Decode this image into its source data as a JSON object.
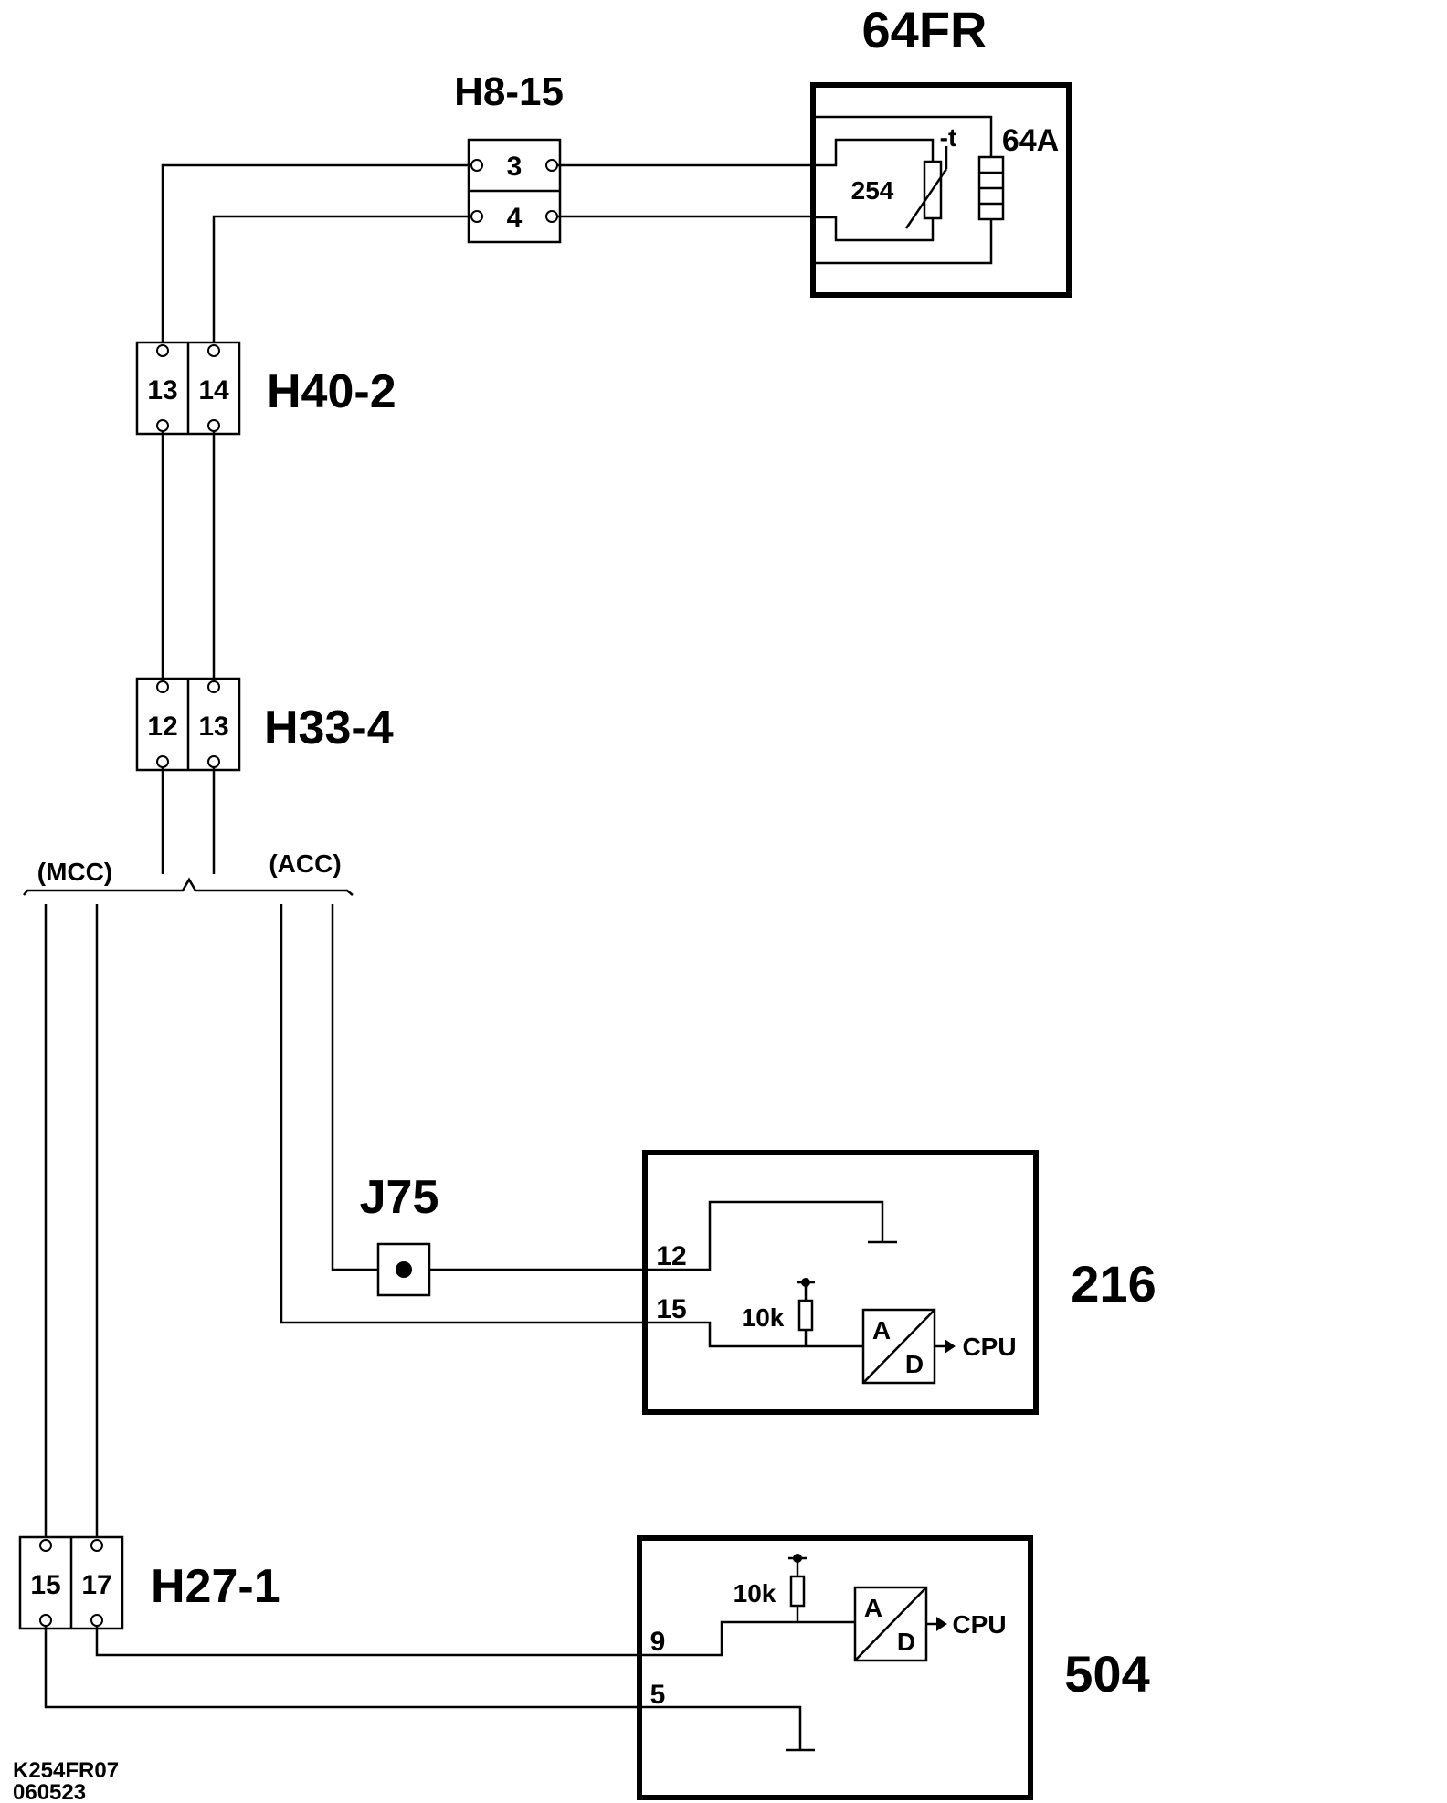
{
  "sensor": {
    "title": "64FR",
    "thermistor_value": "254",
    "thermistor_symbol": "-t",
    "heater_label": "64A"
  },
  "connectors": {
    "h8_15": {
      "name": "H8-15",
      "pins": [
        "3",
        "4"
      ]
    },
    "h40_2": {
      "name": "H40-2",
      "pins": [
        "13",
        "14"
      ]
    },
    "h33_4": {
      "name": "H33-4",
      "pins": [
        "12",
        "13"
      ]
    },
    "h27_1": {
      "name": "H27-1",
      "pins": [
        "15",
        "17"
      ]
    },
    "j75": {
      "name": "J75"
    }
  },
  "harness": {
    "mcc": "(MCC)",
    "acc": "(ACC)"
  },
  "board_216": {
    "name": "216",
    "pin_a": "12",
    "pin_b": "15",
    "resistor": "10k",
    "adc_a": "A",
    "adc_d": "D",
    "cpu": "CPU"
  },
  "board_504": {
    "name": "504",
    "pin_a": "9",
    "pin_b": "5",
    "resistor": "10k",
    "adc_a": "A",
    "adc_d": "D",
    "cpu": "CPU"
  },
  "footer": {
    "code": "K254FR07",
    "date": "060523"
  }
}
